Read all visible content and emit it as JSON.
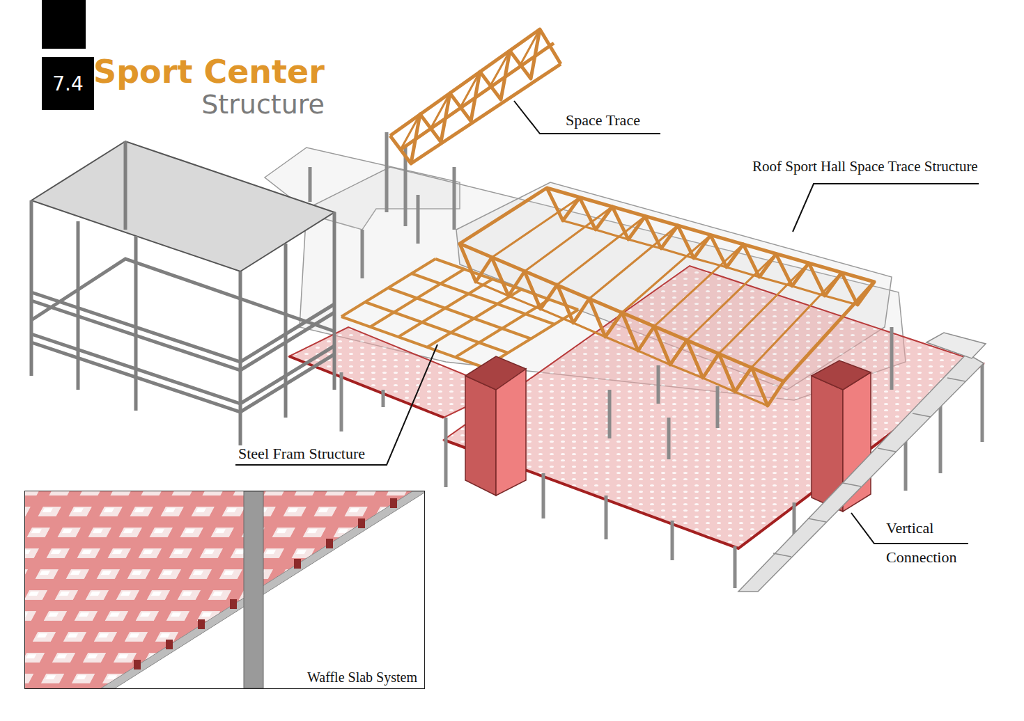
{
  "diagram": {
    "title": "Sport Center",
    "nodes": [
      {
        "text": [
          "7.4"
        ]
      },
      {
        "text": [
          "Waffle Slab System"
        ]
      }
    ],
    "labels": [
      "Structure",
      "Space Trace",
      "Roof Sport Hall Space Trace Structure",
      "Steel Fram Structure",
      "Vertical Connection"
    ]
  }
}
